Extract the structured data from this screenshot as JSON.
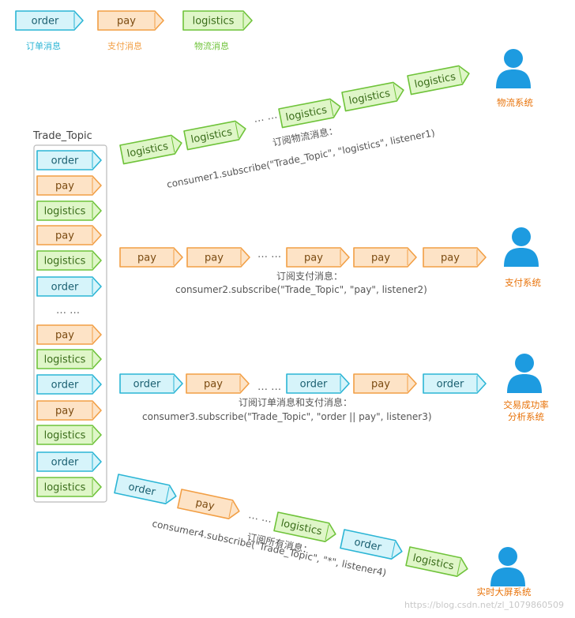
{
  "colors": {
    "order": {
      "fill": "#d6f4fa",
      "stroke": "#2bb5d5",
      "text": "#1a5f70"
    },
    "pay": {
      "fill": "#fde3c6",
      "stroke": "#f29f45",
      "text": "#7a4a10"
    },
    "logistics": {
      "fill": "#dff6c8",
      "stroke": "#6fc33a",
      "text": "#3a6d1a"
    },
    "system_icon": "#1d9be0",
    "system_label": "#e8730a"
  },
  "labels": {
    "order": "order",
    "pay": "pay",
    "logistics": "logistics"
  },
  "legend": [
    {
      "type": "order",
      "caption": "订单消息"
    },
    {
      "type": "pay",
      "caption": "支付消息"
    },
    {
      "type": "logistics",
      "caption": "物流消息"
    }
  ],
  "topic": {
    "name": "Trade_Topic",
    "items": [
      "order",
      "pay",
      "logistics",
      "pay",
      "logistics",
      "order",
      "…",
      "pay",
      "logistics",
      "order",
      "pay",
      "logistics",
      "order",
      "logistics"
    ]
  },
  "lanes": [
    {
      "messages": [
        "logistics",
        "logistics",
        "…",
        "logistics",
        "logistics",
        "logistics"
      ],
      "caption_line1": "订阅物流消息：",
      "caption_line2": "consumer1.subscribe(\"Trade_Topic\", \"logistics\", listener1)",
      "system_lines": [
        "物流系统"
      ]
    },
    {
      "messages": [
        "pay",
        "pay",
        "…",
        "pay",
        "pay",
        "pay"
      ],
      "caption_line1": "订阅支付消息：",
      "caption_line2": "consumer2.subscribe(\"Trade_Topic\", \"pay\", listener2)",
      "system_lines": [
        "支付系统"
      ]
    },
    {
      "messages": [
        "order",
        "pay",
        "…",
        "order",
        "pay",
        "order"
      ],
      "caption_line1": "订阅订单消息和支付消息：",
      "caption_line2": "consumer3.subscribe(\"Trade_Topic\", \"order || pay\", listener3)",
      "system_lines": [
        "交易成功率",
        "分析系统"
      ]
    },
    {
      "messages": [
        "order",
        "pay",
        "…",
        "logistics",
        "order",
        "logistics"
      ],
      "caption_line1": "订阅所有消息：",
      "caption_line2": "consumer4.subscribe(\"Trade_Topic\", \"*\", listener4)",
      "system_lines": [
        "实时大屏系统"
      ]
    }
  ],
  "watermark": "https://blog.csdn.net/zl_1079860509"
}
